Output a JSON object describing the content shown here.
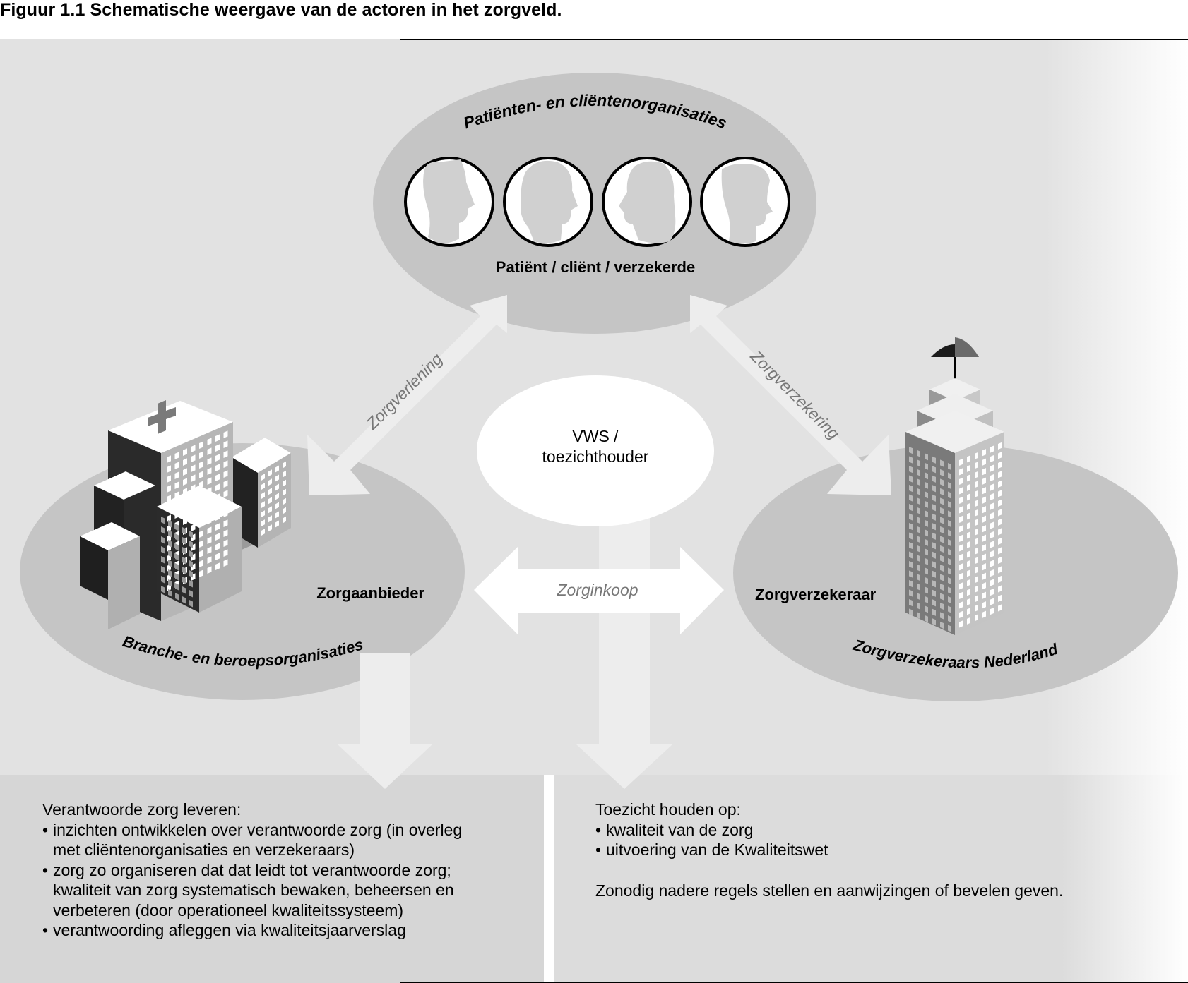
{
  "figure_title": "Figuur 1.1 Schematische weergave van de actoren in het zorgveld.",
  "top_group": {
    "org_label": "Patiënten- en  cliëntenorganisaties",
    "actor_label": "Patiënt / cliënt / verzekerde",
    "person_count": 4
  },
  "left_group": {
    "actor_label": "Zorgaanbieder",
    "org_label": "Branche- en beroepsorganisaties"
  },
  "right_group": {
    "actor_label": "Zorgverzekeraar",
    "org_label": "Zorgverzekeraars Nederland"
  },
  "center": {
    "line1": "VWS /",
    "line2": "toezichthouder"
  },
  "relations": {
    "left": "Zorgverlening",
    "right": "Zorgverzekering",
    "middle": "Zorginkoop"
  },
  "panels": {
    "left": {
      "heading": "Verantwoorde zorg leveren:",
      "items": [
        [
          "inzichten ontwikkelen over verantwoorde zorg (in overleg",
          "met cliëntenorganisaties en verzekeraars)"
        ],
        [
          "zorg zo organiseren dat dat leidt tot verantwoorde zorg;",
          "kwaliteit van zorg systematisch bewaken, beheersen en",
          "verbeteren (door operationeel kwaliteitssysteem)"
        ],
        [
          "verantwoording afleggen via kwaliteitsjaarverslag"
        ]
      ]
    },
    "right": {
      "heading": "Toezicht houden op:",
      "items": [
        [
          "kwaliteit van de zorg"
        ],
        [
          "uitvoering van de Kwaliteitswet"
        ]
      ],
      "note": "Zonodig nadere regels stellen en aanwijzingen of bevelen geven."
    }
  }
}
